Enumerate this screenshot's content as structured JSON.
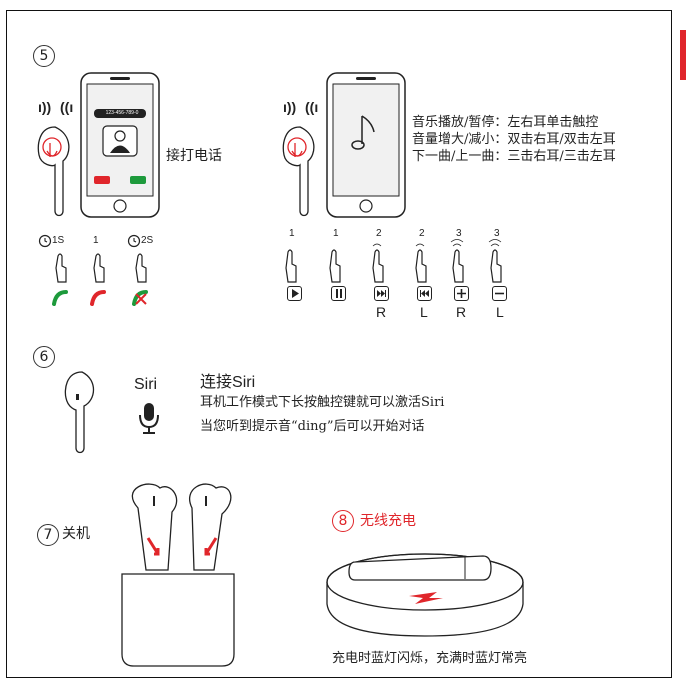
{
  "sections": {
    "s5": {
      "number": "5",
      "call": {
        "label": "接打电话",
        "phone_number": "123-456-789-0",
        "timers": [
          "1S",
          "1",
          "2S"
        ]
      },
      "music": {
        "lines": [
          "音乐播放/暂停：左右耳单击触控",
          "音量增大/减小：双击右耳/双击左耳",
          "下一曲/上一曲：三击右耳/三击左耳"
        ],
        "taps": [
          "1",
          "1",
          "2",
          "2",
          "3",
          "3"
        ],
        "sides": [
          "R",
          "L",
          "R",
          "L"
        ]
      }
    },
    "s6": {
      "number": "6",
      "siri_label": "Siri",
      "title_prefix": "连接",
      "title_suffix": "Siri",
      "line1": "耳机工作模式下长按触控键就可以激活Siri",
      "line2": "当您听到提示音“ding”后可以开始对话"
    },
    "s7": {
      "number": "7",
      "label": "关机"
    },
    "s8": {
      "number": "8",
      "label": "无线充电",
      "caption": "充电时蓝灯闪烁，充满时蓝灯常亮"
    }
  },
  "colors": {
    "accent_red": "#e0262b",
    "answer_green": "#1d9a3c",
    "charge_red": "#e0262b"
  }
}
